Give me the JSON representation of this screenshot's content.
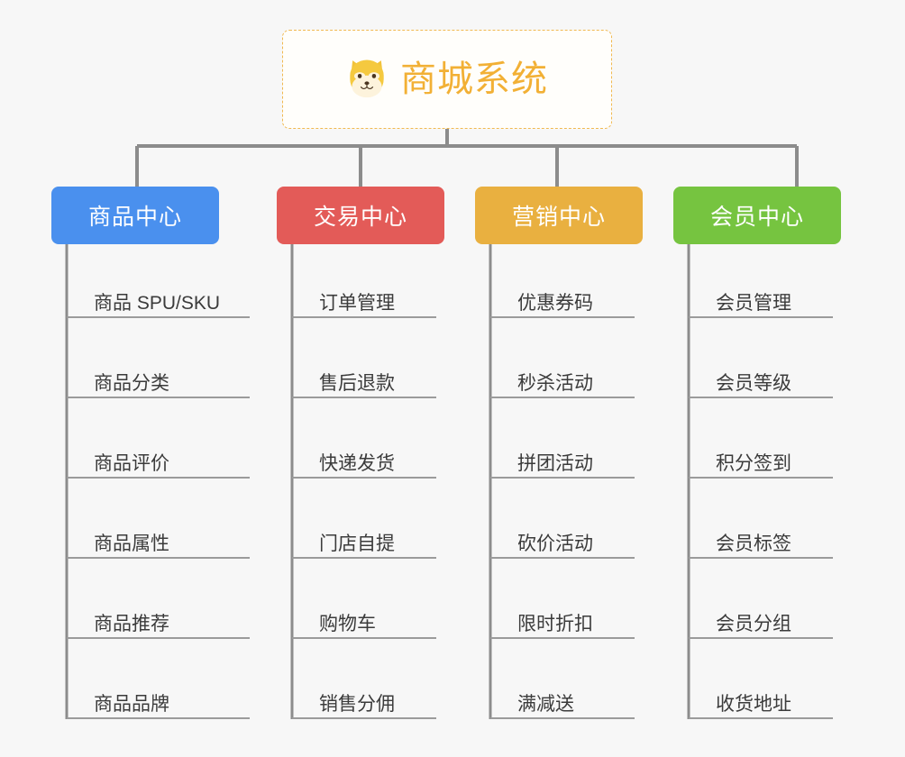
{
  "root": {
    "title": "商城系统",
    "icon": "shiba-inu-dog-emoji",
    "border_color": "#f0b951",
    "text_color": "#f2b035"
  },
  "branches": [
    {
      "label": "商品中心",
      "color": "#4a90ee",
      "items": [
        "商品 SPU/SKU",
        "商品分类",
        "商品评价",
        "商品属性",
        "商品推荐",
        "商品品牌"
      ]
    },
    {
      "label": "交易中心",
      "color": "#e35b58",
      "items": [
        "订单管理",
        "售后退款",
        "快递发货",
        "门店自提",
        "购物车",
        "销售分佣"
      ]
    },
    {
      "label": "营销中心",
      "color": "#e9b040",
      "items": [
        "优惠券码",
        "秒杀活动",
        "拼团活动",
        "砍价活动",
        "限时折扣",
        "满减送"
      ]
    },
    {
      "label": "会员中心",
      "color": "#76c440",
      "items": [
        "会员管理",
        "会员等级",
        "积分签到",
        "会员标签",
        "会员分组",
        "收货地址"
      ]
    }
  ],
  "theme": {
    "background": "#f7f7f7",
    "connector_color": "#8c8c8c",
    "leaf_rule_color": "#9b9b9b",
    "leaf_text_color": "#3b3b3b"
  }
}
